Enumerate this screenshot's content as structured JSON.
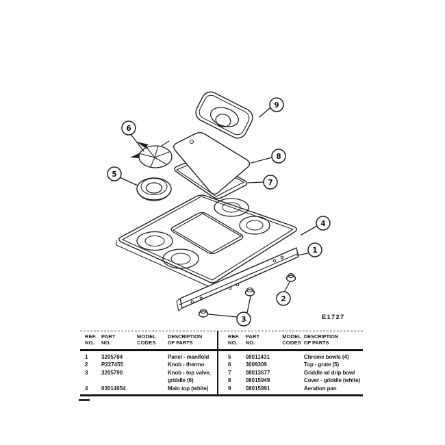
{
  "figure": {
    "code": "E1727"
  },
  "diagram": {
    "callouts": {
      "c1": "1",
      "c2": "2",
      "c3": "3",
      "c4": "4",
      "c5": "5",
      "c6": "6",
      "c7": "7",
      "c8": "8",
      "c9": "9"
    }
  },
  "table": {
    "headers": {
      "ref_l1": "REF.",
      "ref_l2": "NO.",
      "part_l1": "PART",
      "part_l2": "NO.",
      "model_l1": "MODEL",
      "model_l2": "CODES",
      "desc_l1": "DESCRIPTION",
      "desc_l2": "OF PARTS"
    },
    "left": {
      "rows": [
        {
          "ref": "1",
          "part": "3205784",
          "model": "",
          "desc": "Panel - manifold"
        },
        {
          "ref": "2",
          "part": "P227455",
          "model": "",
          "desc": "Knob - thermo"
        },
        {
          "ref": "3",
          "part": "3205790",
          "model": "",
          "desc": "Knob - top valve, griddle (6)"
        },
        {
          "ref": "4",
          "part": "03014054",
          "model": "",
          "desc": "Main top (white)"
        }
      ]
    },
    "right": {
      "rows": [
        {
          "ref": "5",
          "part": "08011431",
          "model": "",
          "desc": "Chrome bowls (4)"
        },
        {
          "ref": "6",
          "part": "3009309",
          "model": "",
          "desc": "Top - grate (5)"
        },
        {
          "ref": "7",
          "part": "08013677",
          "model": "",
          "desc": "Griddle w/ drip bowl"
        },
        {
          "ref": "8",
          "part": "08015949",
          "model": "",
          "desc": "Cover - griddle (white)"
        },
        {
          "ref": "9",
          "part": "08015991",
          "model": "",
          "desc": "Aeration pan"
        }
      ]
    }
  }
}
